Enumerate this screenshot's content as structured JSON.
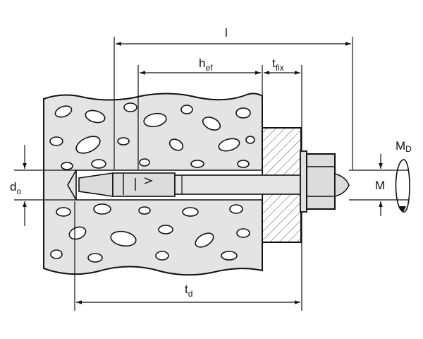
{
  "dimensions": {
    "l": {
      "main": "l"
    },
    "hef": {
      "main": "h",
      "sub": "ef"
    },
    "tfix": {
      "main": "t",
      "sub": "fix"
    },
    "td": {
      "main": "t",
      "sub": "d"
    },
    "d0": {
      "main": "d",
      "sub": "o"
    },
    "M": {
      "main": "M"
    },
    "MD": {
      "main": "M",
      "sub": "D"
    }
  },
  "colors": {
    "line": "#111111",
    "concrete": "#e4e4e4",
    "fixture": "#c8c8c8",
    "steel": "#dcdcdc",
    "paper": "#ffffff"
  }
}
